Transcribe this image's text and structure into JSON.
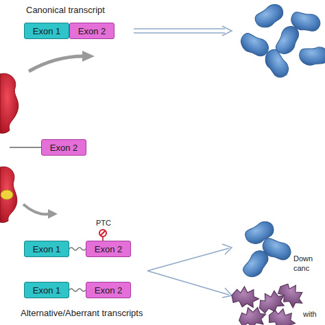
{
  "diagram": {
    "nodes": [
      {
        "text": [
          "Exon 1"
        ]
      },
      {
        "text": [
          "Exon 2"
        ]
      },
      {
        "text": [
          "Exon 2"
        ]
      },
      {
        "text": [
          "Exon 1"
        ]
      },
      {
        "text": [
          "Exon 2"
        ]
      },
      {
        "text": [
          "Exon 1"
        ]
      },
      {
        "text": [
          "Exon 2"
        ]
      }
    ],
    "edges": [
      {
        "from": 3,
        "to": 4,
        "arrow": "none"
      },
      {
        "from": 5,
        "to": 6,
        "arrow": "none"
      }
    ],
    "labels": [
      "Canonical transcript",
      "PTC",
      "Alternative/Aberrant transcripts",
      "Down",
      "canc",
      "with"
    ]
  }
}
